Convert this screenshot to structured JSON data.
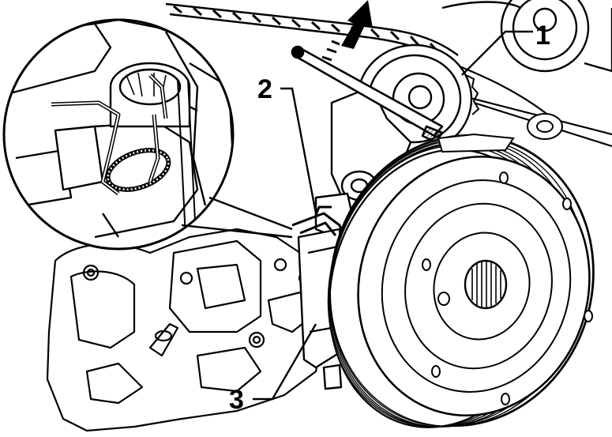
{
  "figure": {
    "callouts": [
      {
        "id": "1",
        "label": "1"
      },
      {
        "id": "2",
        "label": "2"
      },
      {
        "id": "3",
        "label": "3"
      }
    ],
    "colors": {
      "ink": "#000000",
      "paper": "#ffffff",
      "shade": "#9a9a9a"
    }
  }
}
